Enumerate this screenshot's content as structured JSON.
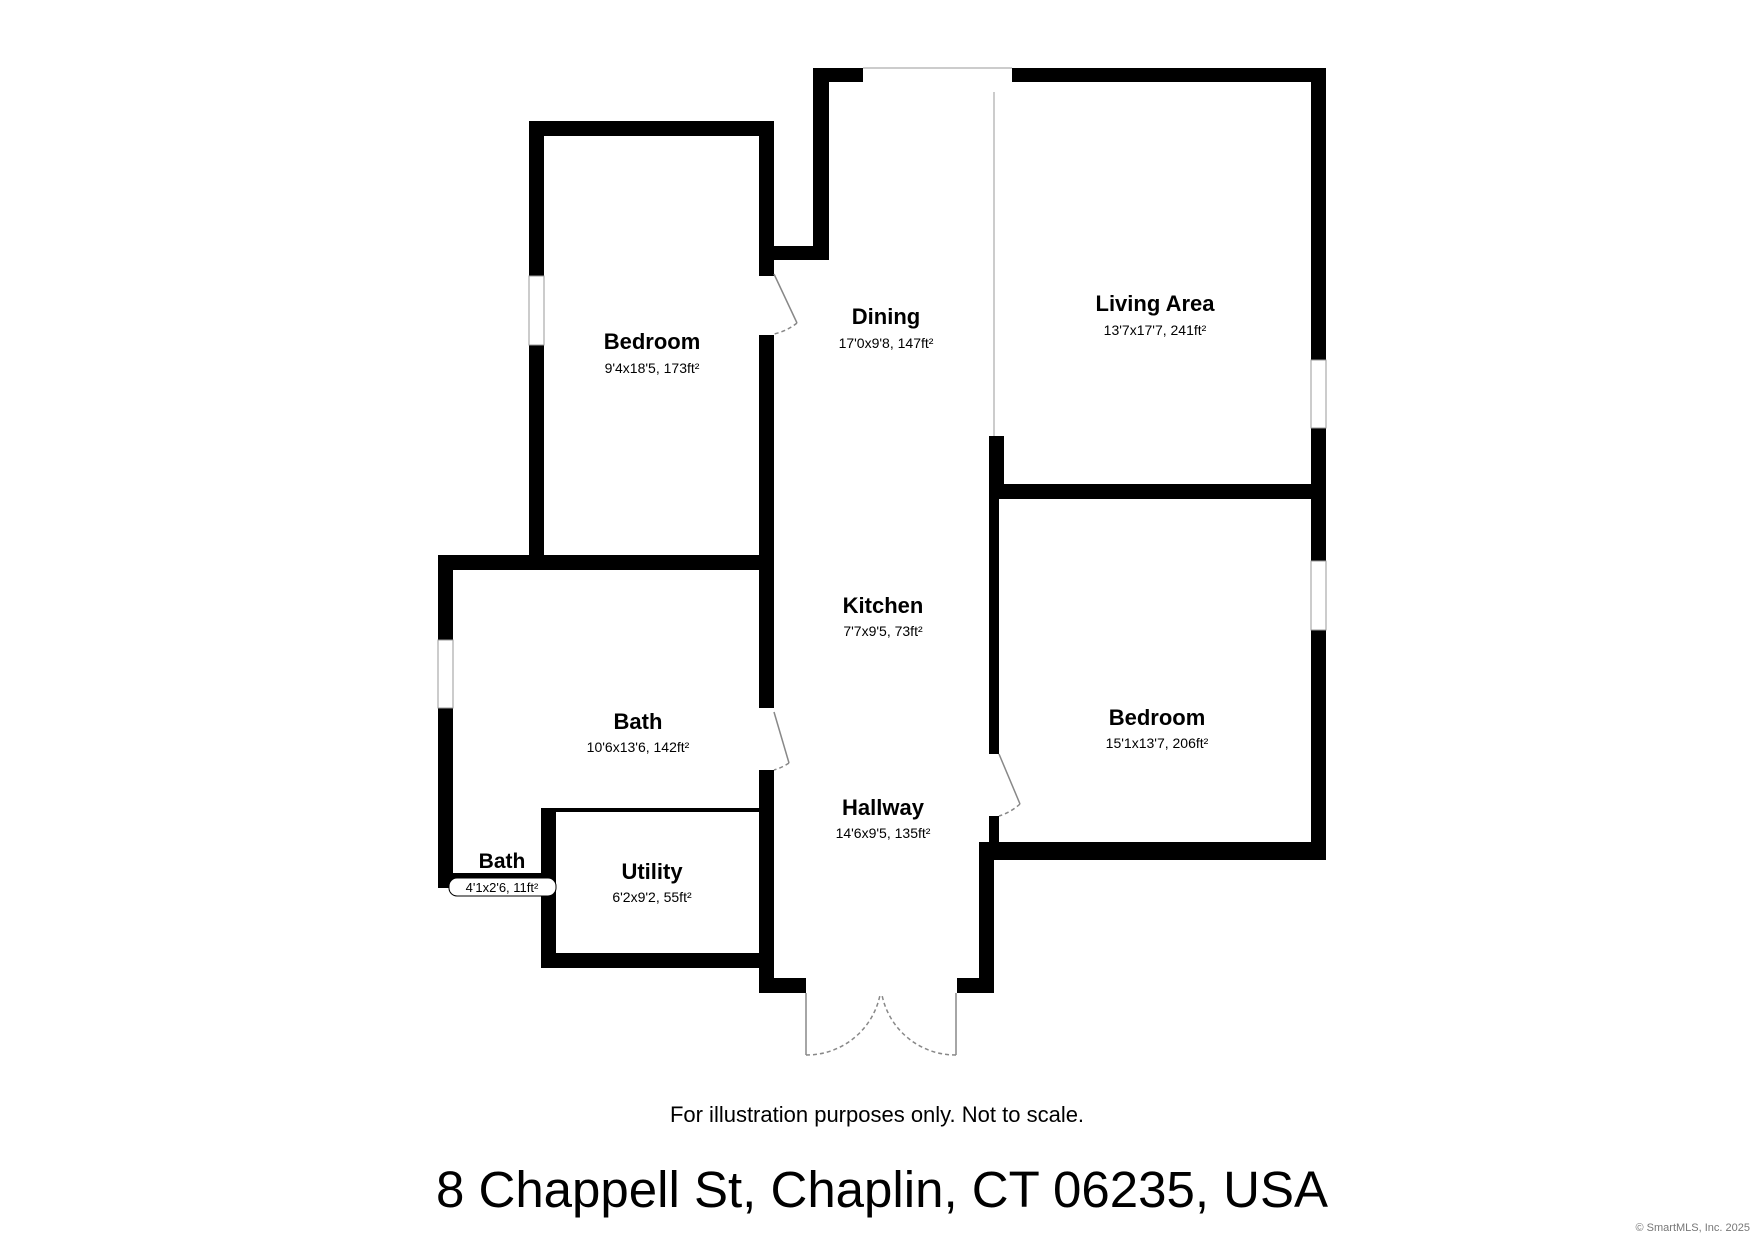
{
  "rooms": [
    {
      "name": "Dining",
      "dims": "17'0x9'8, 147ft²"
    },
    {
      "name": "Living Area",
      "dims": "13'7x17'7, 241ft²"
    },
    {
      "name": "Bedroom",
      "dims": "9'4x18'5, 173ft²"
    },
    {
      "name": "Kitchen",
      "dims": "7'7x9'5, 73ft²"
    },
    {
      "name": "Bath",
      "dims": "10'6x13'6, 142ft²"
    },
    {
      "name": "Bedroom",
      "dims": "15'1x13'7, 206ft²"
    },
    {
      "name": "Hallway",
      "dims": "14'6x9'5, 135ft²"
    },
    {
      "name": "Bath",
      "dims": "4'1x2'6, 11ft²"
    },
    {
      "name": "Utility",
      "dims": "6'2x9'2, 55ft²"
    }
  ],
  "disclaimer": "For illustration purposes only. Not to scale.",
  "address": "8 Chappell St, Chaplin, CT 06235, USA",
  "copyright": "© SmartMLS, Inc.  2025"
}
